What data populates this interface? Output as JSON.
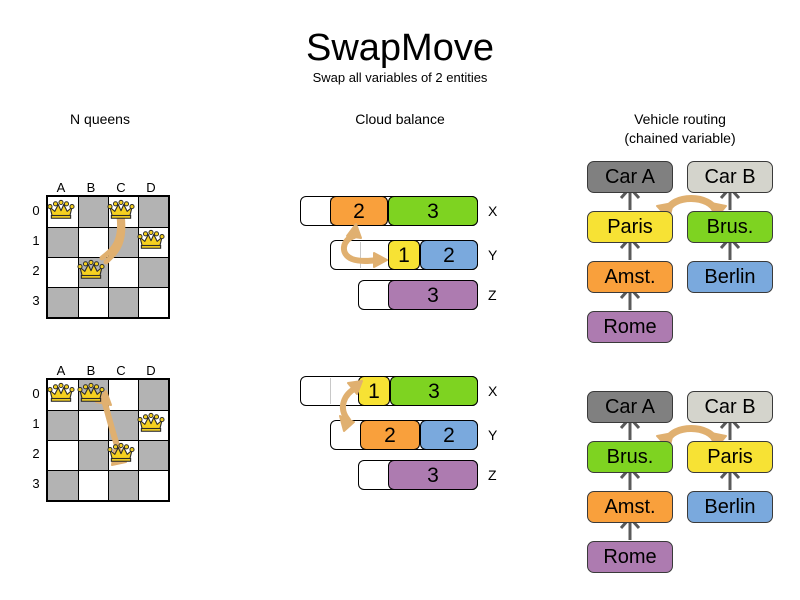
{
  "header": {
    "title": "SwapMove",
    "subtitle": "Swap all variables of 2 entities"
  },
  "columns": [
    {
      "id": "nqueens",
      "label": "N queens"
    },
    {
      "id": "cloud",
      "label": "Cloud balance"
    },
    {
      "id": "routing",
      "label": "Vehicle routing\n(chained variable)",
      "line1": "Vehicle routing",
      "line2": "(chained variable)"
    }
  ],
  "colors": {
    "orange": "#f9a03c",
    "green": "#7ed321",
    "green_alt": "#7fd61f",
    "yellow": "#f7e234",
    "blue": "#7aa9dd",
    "purple": "#ad7bb0",
    "gray_dark": "#808080",
    "gray_light": "#d4d4cc",
    "board_dark": "#b8b8b2",
    "board_light": "#ffffff",
    "arrow": "#e0b070",
    "arrow_stroke": "#c98f33",
    "queen_fill": "#f5d020",
    "node_border": "#3a3a3a",
    "chain_line": "#5a5a5a"
  },
  "nqueens": {
    "column_labels": [
      "A",
      "B",
      "C",
      "D"
    ],
    "row_labels": [
      "0",
      "1",
      "2",
      "3"
    ],
    "before": {
      "queens": [
        {
          "col": "A",
          "row": "0"
        },
        {
          "col": "C",
          "row": "0"
        },
        {
          "col": "D",
          "row": "1"
        },
        {
          "col": "B",
          "row": "2"
        }
      ],
      "swap_arrow": {
        "from": "C0",
        "to": "B2"
      }
    },
    "after": {
      "queens": [
        {
          "col": "A",
          "row": "0"
        },
        {
          "col": "B",
          "row": "0"
        },
        {
          "col": "D",
          "row": "1"
        },
        {
          "col": "C",
          "row": "2"
        }
      ],
      "swap_arrow": {
        "from": "B0",
        "to": "C2"
      }
    }
  },
  "cloud": {
    "row_labels": [
      "X",
      "Y",
      "Z"
    ],
    "before": {
      "rows": [
        {
          "label": "X",
          "segments": [
            {
              "value": "2",
              "color": "orange"
            },
            {
              "value": "3",
              "color": "green"
            }
          ]
        },
        {
          "label": "Y",
          "segments": [
            {
              "value": "1",
              "color": "yellow"
            },
            {
              "value": "2",
              "color": "blue"
            }
          ]
        },
        {
          "label": "Z",
          "segments": [
            {
              "value": "3",
              "color": "purple"
            }
          ]
        }
      ],
      "swap_arrow": {
        "from": "Y-1",
        "to": "X-2"
      }
    },
    "after": {
      "rows": [
        {
          "label": "X",
          "segments": [
            {
              "value": "1",
              "color": "yellow"
            },
            {
              "value": "3",
              "color": "green"
            }
          ]
        },
        {
          "label": "Y",
          "segments": [
            {
              "value": "2",
              "color": "orange"
            },
            {
              "value": "2",
              "color": "blue"
            }
          ]
        },
        {
          "label": "Z",
          "segments": [
            {
              "value": "3",
              "color": "purple"
            }
          ]
        }
      ],
      "swap_arrow": {
        "from": "X-1",
        "to": "Y-2"
      }
    }
  },
  "routing": {
    "before": {
      "chain_a": [
        {
          "label": "Car A",
          "color": "gray_dark"
        },
        {
          "label": "Paris",
          "color": "yellow"
        },
        {
          "label": "Amst.",
          "color": "orange"
        },
        {
          "label": "Rome",
          "color": "purple"
        }
      ],
      "chain_b": [
        {
          "label": "Car B",
          "color": "gray_light"
        },
        {
          "label": "Brus.",
          "color": "green"
        },
        {
          "label": "Berlin",
          "color": "blue"
        }
      ],
      "swap_arrow": {
        "from": "Paris",
        "to": "Brus."
      }
    },
    "after": {
      "chain_a": [
        {
          "label": "Car A",
          "color": "gray_dark"
        },
        {
          "label": "Brus.",
          "color": "green"
        },
        {
          "label": "Amst.",
          "color": "orange"
        },
        {
          "label": "Rome",
          "color": "purple"
        }
      ],
      "chain_b": [
        {
          "label": "Car B",
          "color": "gray_light"
        },
        {
          "label": "Paris",
          "color": "yellow"
        },
        {
          "label": "Berlin",
          "color": "blue"
        }
      ],
      "swap_arrow": {
        "from": "Brus.",
        "to": "Paris"
      }
    }
  }
}
